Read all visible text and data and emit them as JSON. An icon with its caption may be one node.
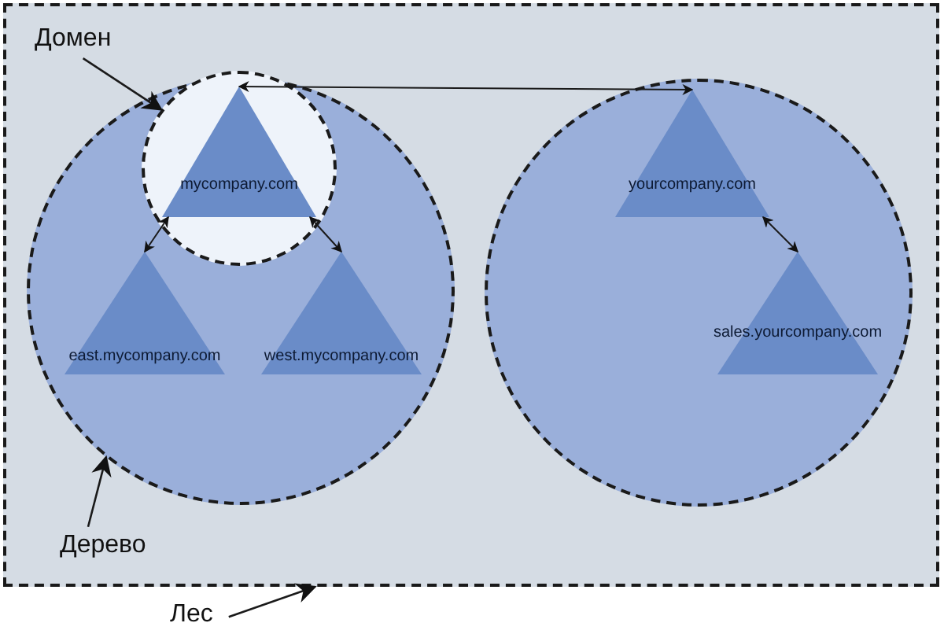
{
  "diagram": {
    "nodes": [
      {
        "text": [],
        "shape": "box"
      },
      {
        "text": [],
        "shape": "circle",
        "in": 0
      },
      {
        "text": [],
        "shape": "circle",
        "in": 1
      },
      {
        "text": [
          "mycompany.com"
        ],
        "in": 2
      },
      {
        "text": [
          "east.mycompany.com"
        ],
        "in": 1
      },
      {
        "text": [
          "west.mycompany.com"
        ],
        "in": 1
      },
      {
        "text": [],
        "shape": "circle",
        "in": 0
      },
      {
        "text": [
          "yourcompany.com"
        ],
        "in": 6
      },
      {
        "text": [
          "sales.yourcompany.com"
        ],
        "in": 6
      },
      {
        "text": [
          "Домен"
        ],
        "in": 0
      },
      {
        "text": [
          "Дерево"
        ],
        "in": 0
      },
      {
        "text": [
          "Лес"
        ]
      }
    ],
    "edges": [
      {
        "from": 3,
        "to": 4,
        "arrow": "both"
      },
      {
        "from": 3,
        "to": 5,
        "arrow": "both"
      },
      {
        "from": 3,
        "to": 7,
        "arrow": "both"
      },
      {
        "from": 7,
        "to": 8,
        "arrow": "both"
      },
      {
        "from": 9,
        "to": 2,
        "arrow": "to"
      },
      {
        "from": 10,
        "to": 1,
        "arrow": "to"
      },
      {
        "from": 11,
        "to": 0,
        "arrow": "to"
      }
    ]
  }
}
